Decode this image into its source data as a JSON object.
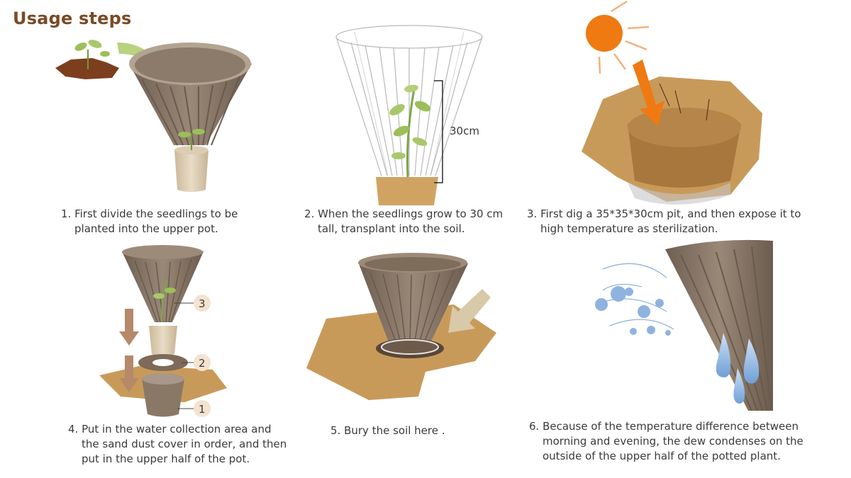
{
  "title": "Usage steps",
  "steps": [
    {
      "line1": "1. First divide the seedlings to be",
      "line2": "planted into the upper pot."
    },
    {
      "line1": "2. When the seedlings grow to 30 cm",
      "line2": "tall, transplant into the soil."
    },
    {
      "line1": "3. First dig a 35*35*30cm pit, and then expose it to",
      "line2": "high temperature as sterilization."
    },
    {
      "line1": "4. Put in the water collection area and",
      "line2": "the sand dust cover in order, and then",
      "line3": "put in the upper half of the pot."
    },
    {
      "line1": "5. Bury the soil here ."
    },
    {
      "line1": "6. Because of the temperature difference between",
      "line2": "morning and evening, the dew condenses on the",
      "line3": "outside of the upper half of the potted plant."
    }
  ],
  "height_label": "30cm",
  "part_numbers": [
    "3",
    "2",
    "1"
  ],
  "colors": {
    "title": "#7a4a26",
    "pot": "#8a7866",
    "soil": "#c89a5a",
    "dirt": "#7b3f1e",
    "sun": "#ef7a12",
    "leaf": "#9cbf59",
    "arrow_green": "#b9d27f",
    "dew": "#8fb3e0"
  }
}
